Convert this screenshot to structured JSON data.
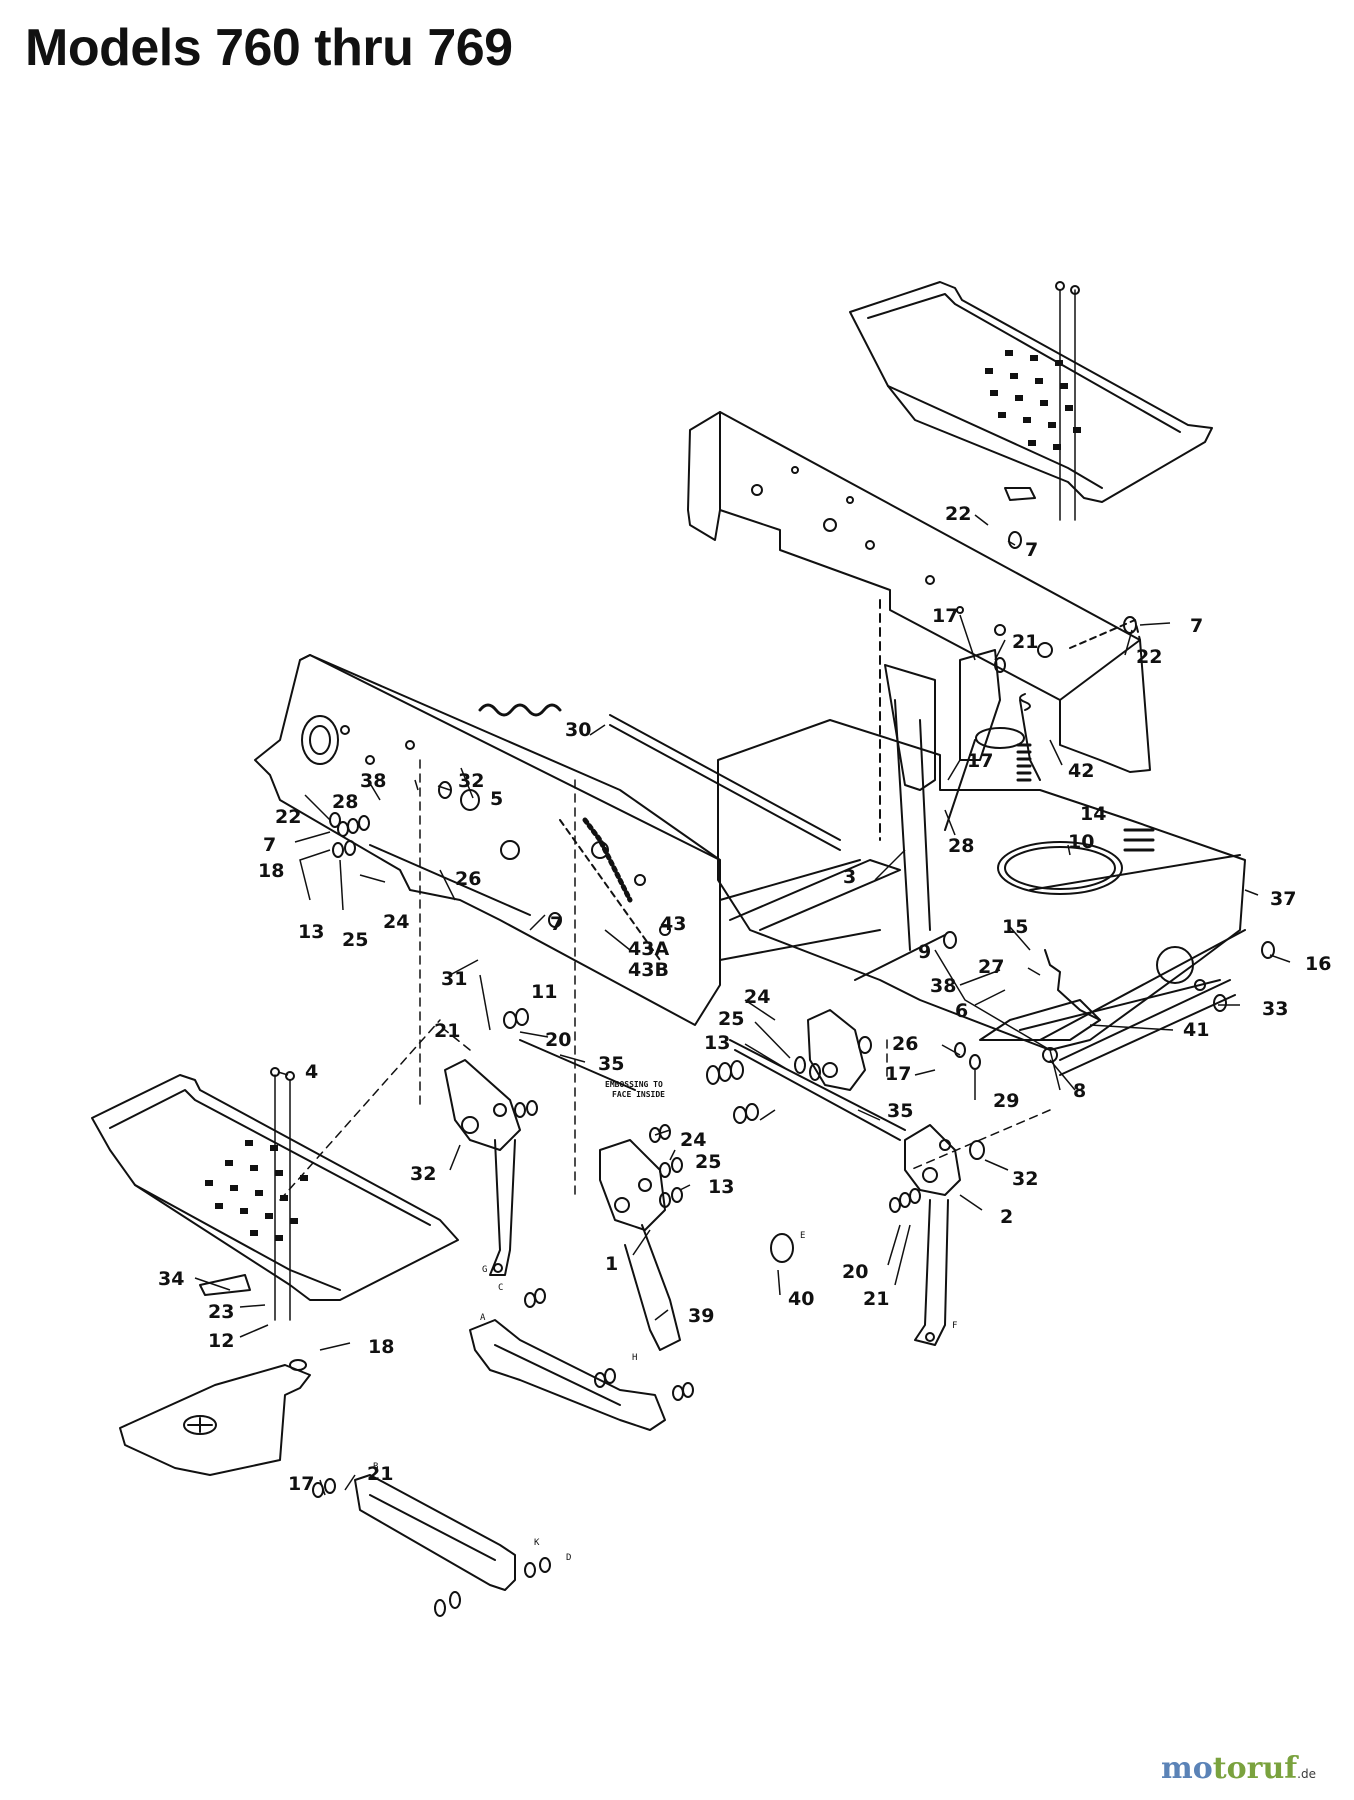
{
  "title": "Models 760 thru 769",
  "note_lines": [
    "EMBOSSING TO",
    "FACE INSIDE"
  ],
  "watermark": {
    "brand_a": "mo",
    "brand_b": "toruf",
    "suffix": ".de",
    "colors": {
      "brand_a": "#5b83b7",
      "brand_b": "#7aa23e"
    }
  },
  "callouts": [
    "22",
    "7",
    "7",
    "22",
    "17",
    "21",
    "17",
    "42",
    "28",
    "14",
    "10",
    "37",
    "3",
    "15",
    "16",
    "9",
    "27",
    "38",
    "6",
    "33",
    "41",
    "26",
    "17",
    "29",
    "8",
    "30",
    "32",
    "5",
    "38",
    "28",
    "22",
    "7",
    "18",
    "26",
    "13",
    "25",
    "24",
    "7",
    "43",
    "43A",
    "43B",
    "31",
    "11",
    "21",
    "20",
    "35",
    "24",
    "25",
    "13",
    "35",
    "4",
    "32",
    "24",
    "25",
    "13",
    "32",
    "2",
    "1",
    "39",
    "20",
    "21",
    "40",
    "34",
    "23",
    "12",
    "18",
    "17",
    "21"
  ],
  "small_letters": [
    "E",
    "F",
    "G",
    "H",
    "C",
    "D",
    "K",
    "A",
    "B"
  ]
}
